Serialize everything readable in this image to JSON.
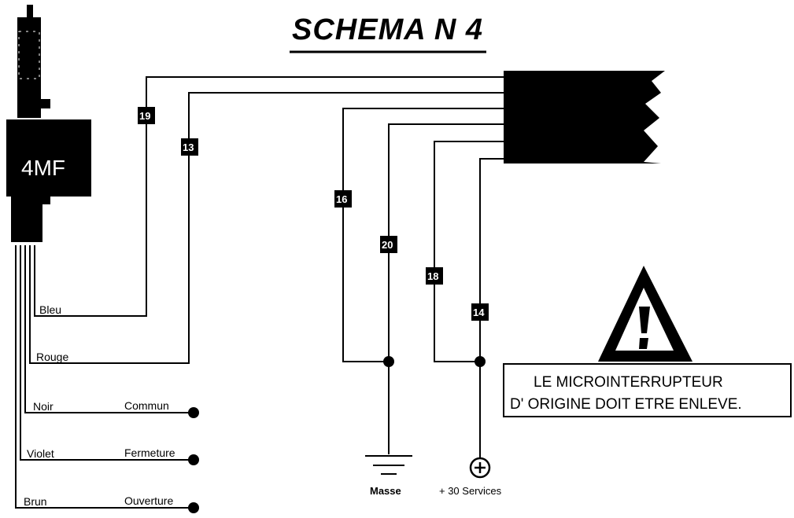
{
  "title": "SCHEMA N 4",
  "actuator": {
    "model": "4MF"
  },
  "wire_numbers": {
    "w19": "19",
    "w13": "13",
    "w16": "16",
    "w20": "20",
    "w18": "18",
    "w14": "14"
  },
  "wire_colors": {
    "bleu": "Bleu",
    "rouge": "Rouge",
    "noir": "Noir",
    "violet": "Violet",
    "brun": "Brun"
  },
  "terminals": {
    "commun": "Commun",
    "fermeture": "Fermeture",
    "ouverture": "Ouverture"
  },
  "ground_label": "Masse",
  "power_label": "+ 30 Services",
  "warning": {
    "line1": "LE MICROINTERRUPTEUR",
    "line2": "D' ORIGINE DOIT ETRE ENLEVE."
  },
  "colors": {
    "ink": "#000000",
    "paper": "#ffffff"
  }
}
